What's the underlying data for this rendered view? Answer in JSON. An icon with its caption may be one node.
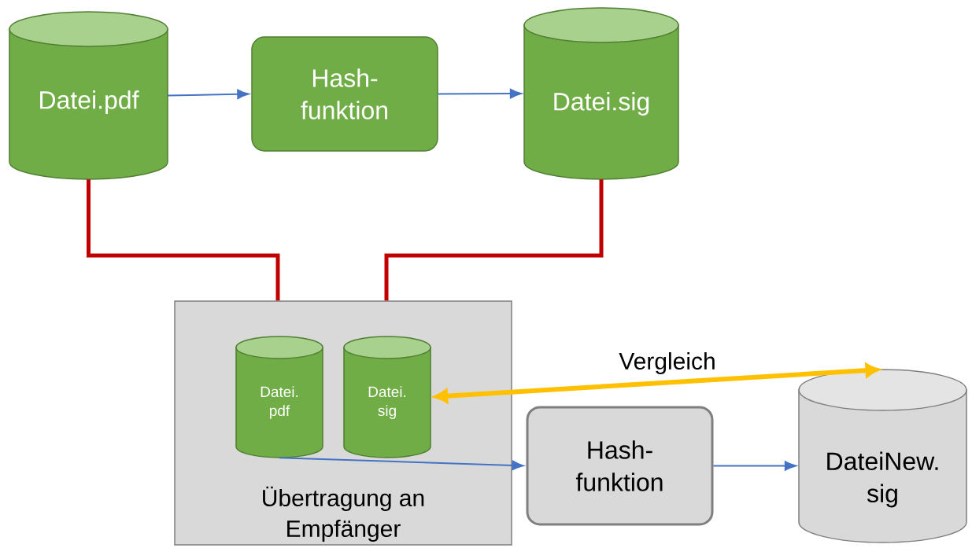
{
  "diagram": {
    "nodes": [
      {
        "text": [
          "Datei.pdf"
        ]
      },
      {
        "text": [
          "Hash-funktion"
        ]
      },
      {
        "text": [
          "Datei.sig"
        ]
      },
      {
        "text": [
          "Übertragung an Empfänger"
        ]
      },
      {
        "text": [
          "Datei. pdf"
        ],
        "in": 3
      },
      {
        "text": [
          "Datei. sig"
        ],
        "in": 3
      },
      {
        "text": [
          "Hash-funktion"
        ]
      },
      {
        "text": [
          "DateiNew. sig"
        ]
      }
    ],
    "edges": [
      {
        "from": 0,
        "to": 1,
        "arrow": "to"
      },
      {
        "from": 1,
        "to": 2,
        "arrow": "to"
      },
      {
        "from": 0,
        "to": 3,
        "arrow": "none",
        "style": "thick",
        "color": "#c00000"
      },
      {
        "from": 2,
        "to": 3,
        "arrow": "none",
        "style": "thick",
        "color": "#c00000"
      },
      {
        "from": 4,
        "to": 6,
        "arrow": "to"
      },
      {
        "from": 6,
        "to": 7,
        "arrow": "to"
      },
      {
        "from": 5,
        "to": 7,
        "arrow": "both",
        "label": "Vergleich",
        "style": "thick",
        "color": "#ffc000"
      }
    ]
  }
}
